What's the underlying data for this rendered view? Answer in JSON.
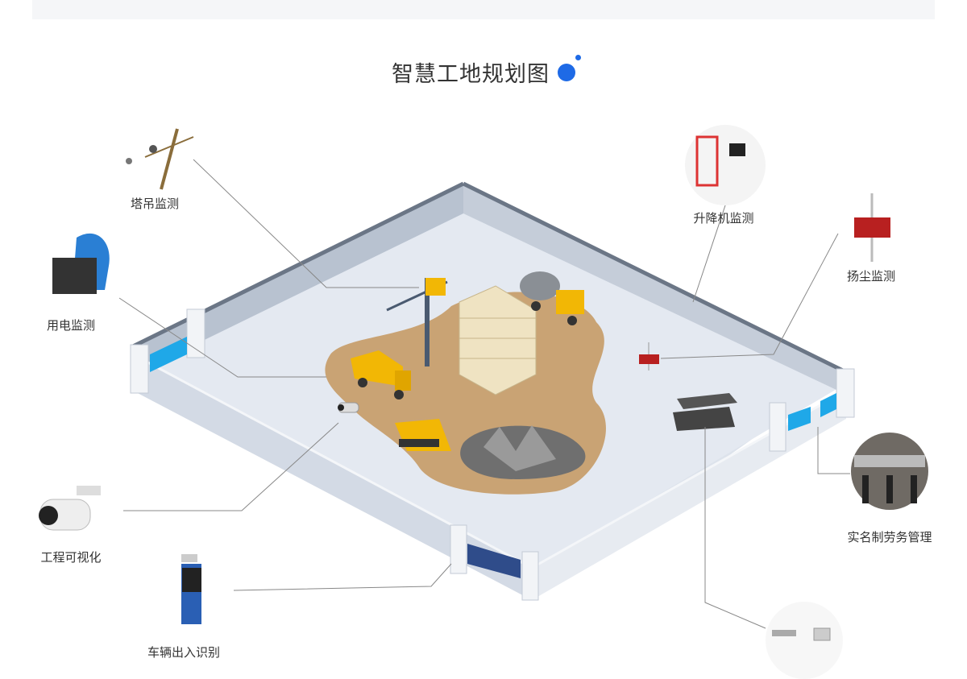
{
  "title": "智慧工地规划图",
  "modules": {
    "tower_crane": "塔吊监测",
    "power": "用电监测",
    "video": "工程可视化",
    "vehicle": "车辆出入识别",
    "elevator": "升降机监测",
    "dust": "扬尘监测",
    "labor": "实名制劳务管理"
  },
  "colors": {
    "accent": "#1e6ae6",
    "gate": "#1fa8e8",
    "ground": "#c9a374",
    "floor": "#e4e9f1"
  }
}
